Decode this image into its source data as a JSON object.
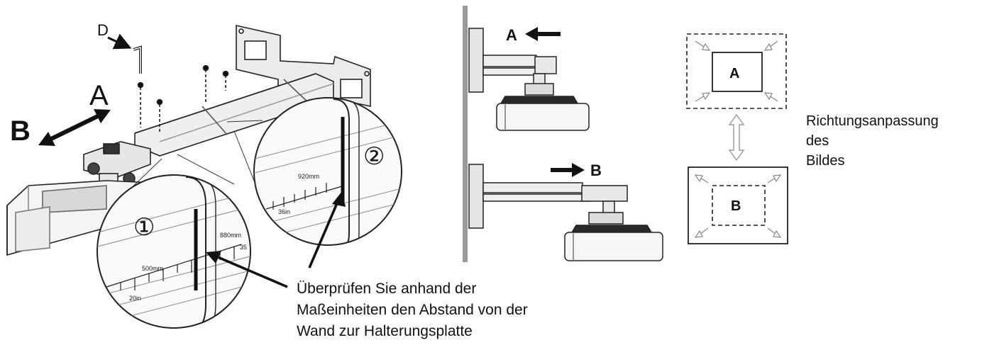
{
  "labels": {
    "d": "D",
    "a_main": "A",
    "b_main": "B",
    "a_side": "A",
    "b_side": "B",
    "a_box": "A",
    "b_box": "B",
    "step1": "①",
    "step2": "②"
  },
  "scale1": {
    "mm": "500mm",
    "in": "20in"
  },
  "scale2": {
    "mm": "920mm",
    "in": "36in"
  },
  "scale3": {
    "mm": "880mm",
    "in": "35"
  },
  "caption": {
    "line1": "Überprüfen Sie anhand der",
    "line2": "Maßeinheiten den Abstand von der",
    "line3": "Wand zur Halterungsplatte"
  },
  "adjust": {
    "line1": "Richtungsanpassung",
    "line2": "des",
    "line3": "Bildes"
  }
}
